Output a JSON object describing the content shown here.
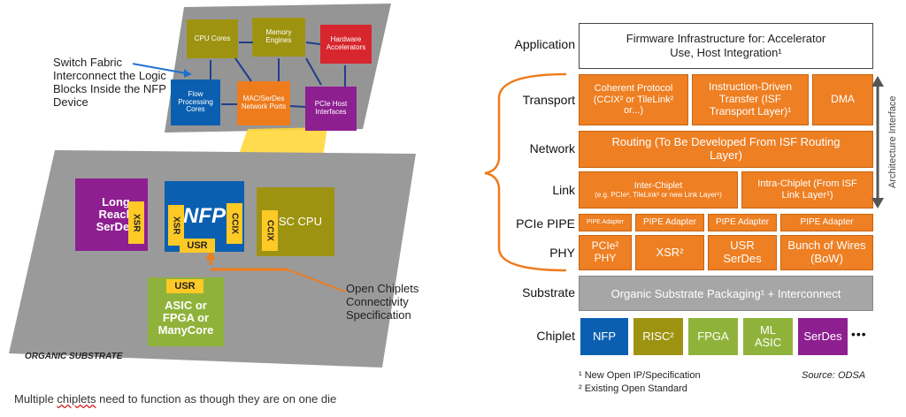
{
  "left": {
    "top_blocks": {
      "cpu_cores": "CPU Cores",
      "memory_engines": "Memory Engines",
      "hardware_accelerators": "Hardware Accelerators",
      "flow_processing_cores": "Flow Processing Cores",
      "mac_serdes_network_ports": "MAC/SerDes Network Ports",
      "pcie_host_interfaces": "PCIe Host Interfaces"
    },
    "switch_fabric_label": "Switch Fabric Interconnect the Logic Blocks Inside the NFP Device",
    "long_reach_serdes": "Long Reach SerDes",
    "xsr_left": "XSR",
    "xsr_nfp": "XSR",
    "nfp": "NFP",
    "ccix_nfp": "CCIX",
    "usr_nfp": "USR",
    "ccix_risc": "CCIX",
    "risc_cpu": "RISC CPU",
    "usr_asic": "USR",
    "asic_fpga": "ASIC or FPGA or ManyCore",
    "open_chiplets_label": "Open Chiplets Connectivity Specification",
    "organic_substrate": "ORGANIC SUBSTRATE",
    "caption_prefix": "Multiple ",
    "caption_underlined": "chiplets",
    "caption_suffix": " need to function as though they are on one die"
  },
  "right": {
    "layers": {
      "application": "Application",
      "transport": "Transport",
      "network": "Network",
      "link": "Link",
      "pcie_pipe": "PCIe PIPE",
      "phy": "PHY",
      "substrate": "Substrate",
      "chiplet": "Chiplet"
    },
    "firmware": "Firmware Infrastructure for: Accelerator Use, Host Integration¹",
    "coherent_protocol": "Coherent Protocol (CCIX² or TileLink² or...)",
    "instruction_driven": "Instruction-Driven Transfer (ISF Transport Layer)¹",
    "dma": "DMA",
    "routing": "Routing (To Be Developed From ISF Routing Layer)",
    "inter_chiplet_title": "Inter-Chiplet",
    "inter_chiplet_sub": "(e.g. PCIe², TileLink² or new Link Layer¹)",
    "intra_chiplet": "Intra-Chiplet (From ISF Link Layer¹)",
    "pipe_adapter_1": "PIPE Adapter",
    "pipe_adapter_2": "PIPE Adapter",
    "pipe_adapter_3": "PIPE Adapter",
    "pipe_adapter_4": "PIPE Adapter",
    "pcie_phy": "PCIe² PHY",
    "xsr": "XSR²",
    "usr_serdes": "USR SerDes",
    "bunch_of_wires": "Bunch of Wires (BoW)",
    "substrate_box": "Organic Substrate Packaging¹ + Interconnect",
    "chiplets": {
      "nfp": "NFP",
      "risc": "RISC²",
      "fpga": "FPGA",
      "ml_asic": "ML ASIC",
      "serdes": "SerDes",
      "more": "•••"
    },
    "architecture_interface": "Architecture Interface",
    "footnote_1": "¹ New Open IP/Specification",
    "footnote_2": "² Existing Open Standard",
    "source": "Source: ODSA"
  }
}
